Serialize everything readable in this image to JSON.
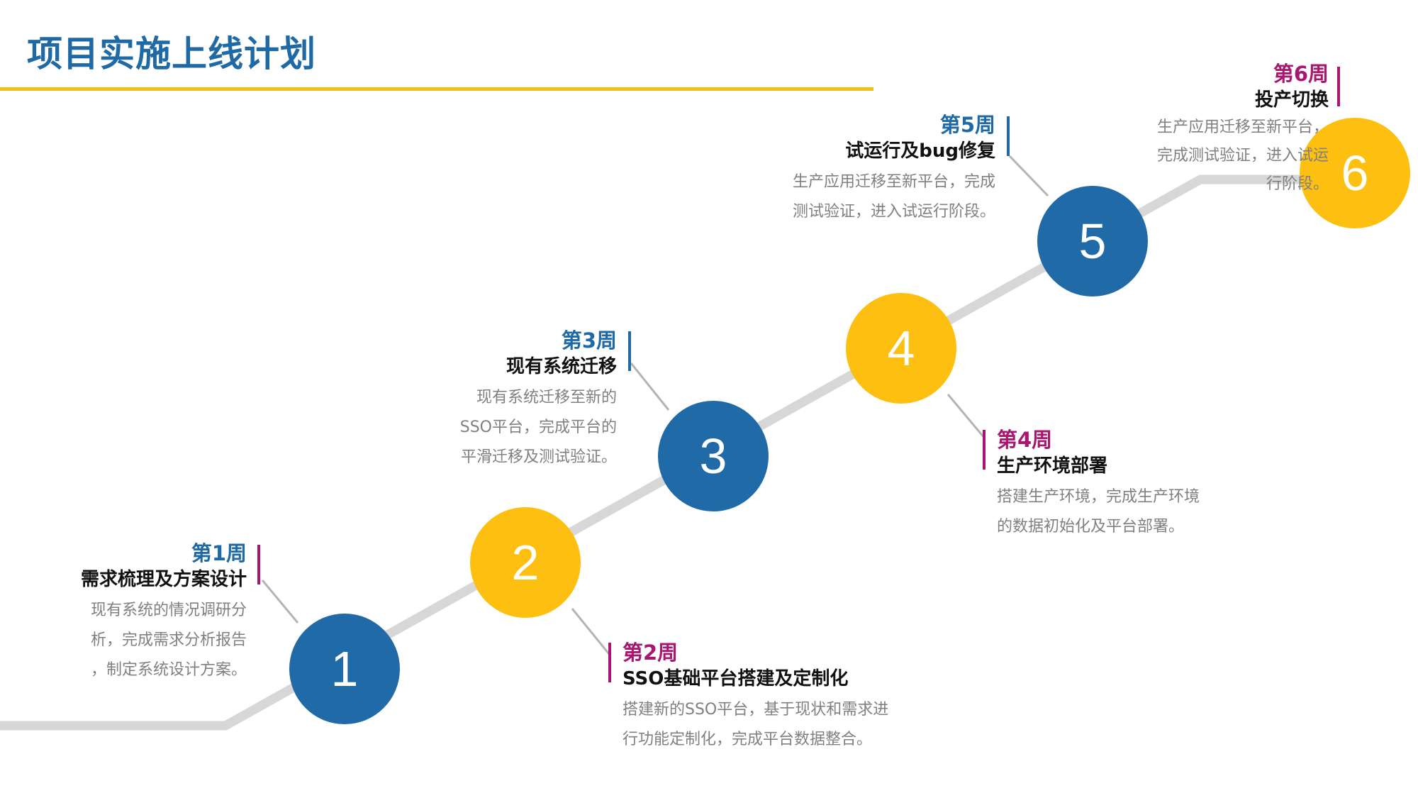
{
  "title": "项目实施上线计划",
  "colors": {
    "title": "#1f6aa5",
    "title_rule": "#f2bc1a",
    "blue": "#216aa8",
    "yellow": "#fdc010",
    "track": "#d7d7d7",
    "connector": "#b4b4b4",
    "magenta": "#a8176f",
    "week_blue": "#1f6aa5"
  },
  "steps": [
    {
      "number": "1",
      "week": "第1周",
      "subtitle": "需求梳理及方案设计",
      "desc": [
        "现有系统的情况调研分",
        "析，完成需求分析报告",
        "，制定系统设计方案。"
      ]
    },
    {
      "number": "2",
      "week": "第2周",
      "subtitle": "SSO基础平台搭建及定制化",
      "desc": [
        "搭建新的SSO平台，基于现状和需求进",
        "行功能定制化，完成平台数据整合。"
      ]
    },
    {
      "number": "3",
      "week": "第3周",
      "subtitle": "现有系统迁移",
      "desc": [
        "现有系统迁移至新的",
        "SSO平台，完成平台的",
        "平滑迁移及测试验证。"
      ]
    },
    {
      "number": "4",
      "week": "第4周",
      "subtitle": "生产环境部署",
      "desc": [
        "搭建生产环境，完成生产环境",
        "的数据初始化及平台部署。"
      ]
    },
    {
      "number": "5",
      "week": "第5周",
      "subtitle": "试运行及bug修复",
      "desc": [
        "生产应用迁移至新平台，完成",
        "测试验证，进入试运行阶段。"
      ]
    },
    {
      "number": "6",
      "week": "第6周",
      "subtitle": "投产切换",
      "desc": [
        "生产应用迁移至新平台，",
        "完成测试验证，进入试运",
        "行阶段。"
      ]
    }
  ]
}
